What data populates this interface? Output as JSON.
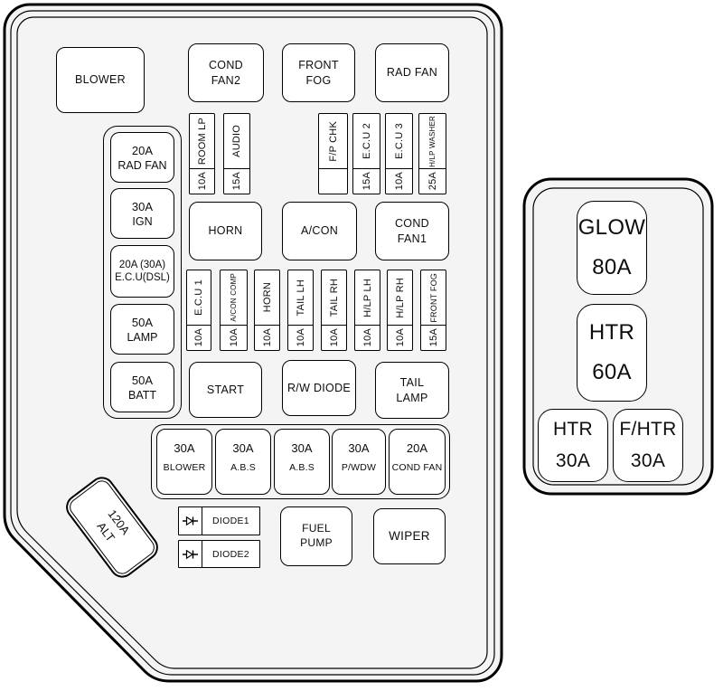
{
  "main_box": {
    "top_relays": [
      {
        "label": "BLOWER"
      },
      {
        "label": "COND\nFAN2"
      },
      {
        "label": "FRONT\nFOG"
      },
      {
        "label": "RAD FAN"
      }
    ],
    "upper_fuses": [
      {
        "label": "ROOM LP",
        "amp": "10A"
      },
      {
        "label": "AUDIO",
        "amp": "15A"
      },
      {
        "label": "F/P CHK",
        "amp": ""
      },
      {
        "label": "E.C.U 2",
        "amp": "15A"
      },
      {
        "label": "E.C.U 3",
        "amp": "10A"
      },
      {
        "label": "H/LP WASHER",
        "amp": "25A"
      }
    ],
    "left_fuses": [
      {
        "amp": "20A",
        "label": "RAD FAN"
      },
      {
        "amp": "30A",
        "label": "IGN"
      },
      {
        "amp": "20A (30A)",
        "label": "E.C.U(DSL)"
      },
      {
        "amp": "50A",
        "label": "LAMP"
      },
      {
        "amp": "50A",
        "label": "BATT"
      }
    ],
    "middle_relays": [
      {
        "label": "HORN"
      },
      {
        "label": "A/CON"
      },
      {
        "label": "COND\nFAN1"
      }
    ],
    "lower_fuses": [
      {
        "label": "E.C.U 1",
        "amp": "10A"
      },
      {
        "label": "A/CON COMP",
        "amp": "10A"
      },
      {
        "label": "HORN",
        "amp": "10A"
      },
      {
        "label": "TAIL LH",
        "amp": "10A"
      },
      {
        "label": "TAIL RH",
        "amp": "10A"
      },
      {
        "label": "H/LP LH",
        "amp": "10A"
      },
      {
        "label": "H/LP RH",
        "amp": "10A"
      },
      {
        "label": "FRONT FOG",
        "amp": "15A"
      }
    ],
    "bottom_relays": [
      {
        "label": "START"
      },
      {
        "label": "R/W DIODE"
      },
      {
        "label": "TAIL\nLAMP"
      }
    ],
    "big_fuses": [
      {
        "amp": "30A",
        "label": "BLOWER"
      },
      {
        "amp": "30A",
        "label": "A.B.S"
      },
      {
        "amp": "30A",
        "label": "A.B.S"
      },
      {
        "amp": "30A",
        "label": "P/WDW"
      },
      {
        "amp": "20A",
        "label": "COND FAN"
      }
    ],
    "alt_fuse": {
      "amp": "120A",
      "label": "ALT"
    },
    "diodes": [
      {
        "label": "DIODE1"
      },
      {
        "label": "DIODE2"
      }
    ],
    "footer_relays": [
      {
        "label": "FUEL\nPUMP"
      },
      {
        "label": "WIPER"
      }
    ]
  },
  "side_box": {
    "fuses": [
      {
        "label": "GLOW",
        "amp": "80A"
      },
      {
        "label": "HTR",
        "amp": "60A"
      },
      {
        "label": "HTR",
        "amp": "30A"
      },
      {
        "label": "F/HTR",
        "amp": "30A"
      }
    ]
  },
  "colors": {
    "panel_fill": "#f4f4f4",
    "line": "#000000",
    "fuse_fill": "#ffffff"
  }
}
